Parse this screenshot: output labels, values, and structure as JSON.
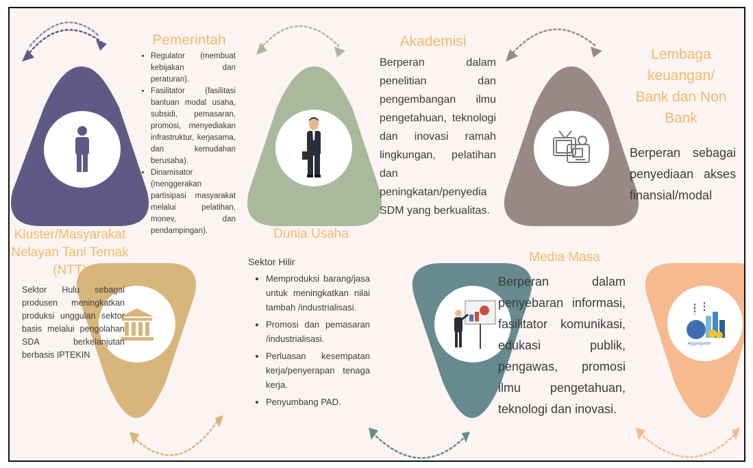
{
  "colors": {
    "purple": "#5e5a85",
    "green": "#a9b99c",
    "mauve": "#998886",
    "gold": "#d8b57a",
    "teal": "#668a8f",
    "peach": "#f7b98e",
    "title_orange": "#f3b96a",
    "text_dark": "#3b3b3b"
  },
  "pemerintah": {
    "title": "Pemerintah",
    "items": [
      "Regulator (membuat kebijakan dan peraturan).",
      "Fasilitator (fasilitasi bantuan modal usaha, subsidi, pemasaran, promosi, menyediakan infrastruktur, kerjasama, dan kemudahan berusaha).",
      "Dinamisator (menggerakan partisipasi masyarakat melalui pelatihan, monev, dan pendampingan)."
    ]
  },
  "akademisi": {
    "title": "Akademisi",
    "text": "Berperan dalam penelitian dan pengembangan ilmu pengetahuan, teknologi dan inovasi ramah lingkungan, pelatihan dan peningkatan/penyedia SDM yang berkualitas."
  },
  "lembaga": {
    "title": "Lembaga keuangan/ Bank dan Non Bank",
    "text": "Berperan sebagai penyediaan akses finansial/modal"
  },
  "kluster": {
    "title": "Kluster/Masyarakat Nelayan Tani Ternak (NTT)",
    "text": "Sektor Hulu sebagai produsen meningkatkan produksi unggulan sektor basis melalui pengolahan SDA berkelanjutan berbasis IPTEKIN"
  },
  "dunia_usaha": {
    "title": "Dunia Usaha",
    "subtitle": "Sektor Hilir",
    "items": [
      "Memproduksi barang/jasa untuk meningkatkan nilai tambah /industrialisasi.",
      "Promosi dan pemasaran /industrialisasi.",
      "Perluasan kesempatan kerja/penyerapan tenaga kerja.",
      "Penyumbang PAD."
    ]
  },
  "media": {
    "title": "Media Masa",
    "text": "Berperan dalam penyebaran informasi, fasilitator komunikasi, edukasi publik, pengawas, promosi ilmu pengetahuan, teknologi dan inovasi."
  },
  "icons": {
    "kluster": "person-icon",
    "pemerintah": "government-building-icon",
    "dunia_usaha": "businessman-icon",
    "akademisi": "presentation-icon",
    "media": "media-tv-radio-icon",
    "lembaga": "finance-illustration-icon",
    "arrows": "curved-double-arrow-icon"
  },
  "illustration_texts": {
    "aggregator": "Aggregator"
  }
}
